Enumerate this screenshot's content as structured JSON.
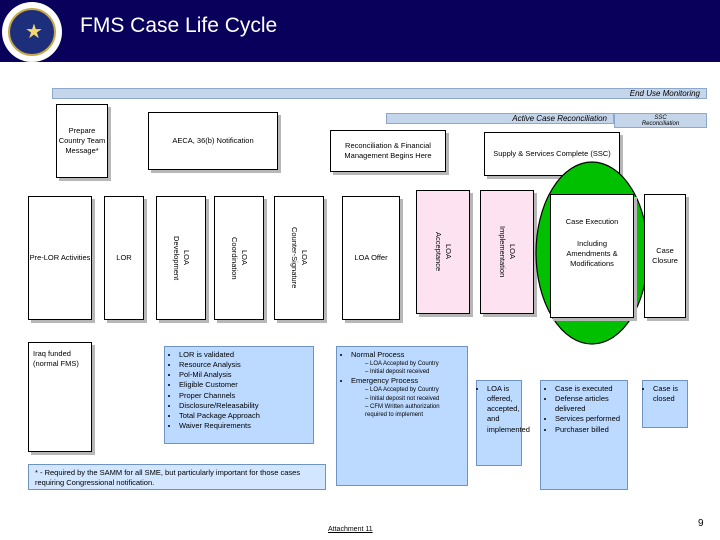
{
  "header": {
    "title": "FMS Case Life Cycle"
  },
  "bars": {
    "end_use": "End Use Monitoring",
    "active_recon": "Active Case Reconciliation",
    "ssc_recon_line1": "SSC",
    "ssc_recon_line2": "Reconciliation"
  },
  "top_notes": {
    "prepare": "Prepare Country Team Message*",
    "aeca": "AECA, 36(b) Notification",
    "recon": "Reconciliation & Financial Management Begins Here",
    "ssc": "Supply & Services Complete (SSC)"
  },
  "stages": {
    "pre_lor": "Pre-LOR Activities",
    "lor": "LOR",
    "loa_dev": "LOA\nDevelopment",
    "loa_coord": "LOA\nCoordination",
    "loa_counter": "LOA\nCounter-Signature",
    "loa_offer": "LOA Offer",
    "loa_accept": "LOA\nAcceptance",
    "loa_impl": "LOA\nImplementation",
    "case_exec_line1": "Case Execution",
    "case_exec_line2": "Including Amendments & Modifications",
    "case_closure": "Case Closure"
  },
  "details": {
    "iraq": "Iraq funded (normal FMS)",
    "lor_list": [
      "LOR is validated",
      "Resource Analysis",
      "Pol-Mil Analysis",
      "Eligible Customer",
      "Proper Channels",
      "Disclosure/Releasability",
      "Total Package Approach",
      "Waiver Requirements"
    ],
    "footnote": "* - Required by the SAMM for all SME, but particularly important for those cases requiring Congressional notification.",
    "normal_process": "Normal Process",
    "normal_sub": [
      "LOA Accepted by Country",
      "Initial deposit received"
    ],
    "emergency_process": "Emergency Process",
    "emergency_sub": [
      "LOA Accepted by Country",
      "Initial deposit not received",
      "CFM Written authorization required to implement"
    ],
    "impl": "LOA is offered, accepted, and implemented",
    "exec_list": [
      "Case is executed",
      "Defense articles delivered",
      "Services performed",
      "Purchaser billed"
    ],
    "closed": "Case is closed"
  },
  "footer": {
    "attachment": "Attachment 11",
    "page": "9"
  }
}
